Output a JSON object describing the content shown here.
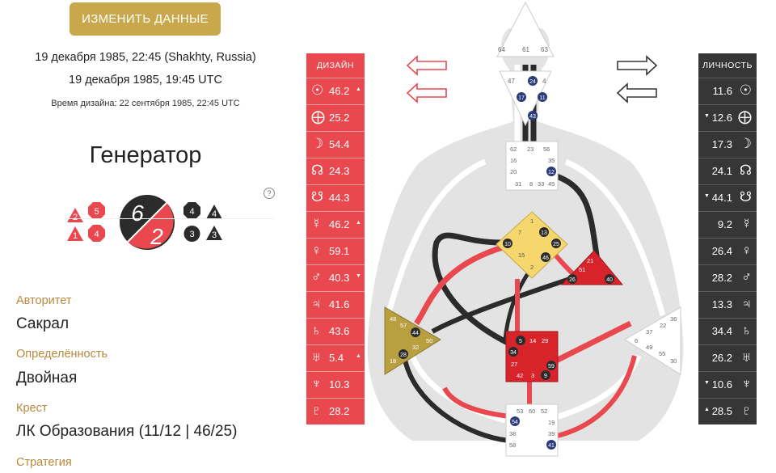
{
  "header": {
    "edit_button": "ИЗМЕНИТЬ ДАННЫЕ",
    "birth_local": "19 декабря 1985, 22:45 (Shakhty, Russia)",
    "birth_utc": "19 декабря 1985, 19:45 UTC",
    "design_time": "Время дизайна: 22 сентября 1985, 22:45 UTC"
  },
  "type_title": "Генератор",
  "profile": {
    "line_personality": "6",
    "line_design": "2",
    "help": "?",
    "design_badges": [
      "2",
      "5",
      "1",
      "4"
    ],
    "personality_badges": [
      "4",
      "4",
      "3",
      "3"
    ]
  },
  "properties": [
    {
      "label": "Авторитет",
      "value": "Сакрал"
    },
    {
      "label": "Определённость",
      "value": "Двойная"
    },
    {
      "label": "Крест",
      "value": "ЛК Образования (11/12 | 46/25)"
    },
    {
      "label": "Стратегия",
      "value": ""
    }
  ],
  "design": {
    "title": "ДИЗАЙН",
    "color": "#e8484e",
    "rows": [
      {
        "icon": "sun-icon",
        "value": "46.2",
        "arrow": "▲"
      },
      {
        "icon": "earth-icon",
        "value": "25.2",
        "arrow": ""
      },
      {
        "icon": "moon-icon",
        "value": "54.4",
        "arrow": ""
      },
      {
        "icon": "north-node-icon",
        "value": "24.3",
        "arrow": ""
      },
      {
        "icon": "south-node-icon",
        "value": "44.3",
        "arrow": ""
      },
      {
        "icon": "mercury-icon",
        "value": "46.2",
        "arrow": "▲"
      },
      {
        "icon": "venus-icon",
        "value": "59.1",
        "arrow": ""
      },
      {
        "icon": "mars-icon",
        "value": "40.3",
        "arrow": "▼"
      },
      {
        "icon": "jupiter-icon",
        "value": "41.6",
        "arrow": ""
      },
      {
        "icon": "saturn-icon",
        "value": "43.6",
        "arrow": ""
      },
      {
        "icon": "uranus-icon",
        "value": "5.4",
        "arrow": "▲"
      },
      {
        "icon": "neptune-icon",
        "value": "10.3",
        "arrow": ""
      },
      {
        "icon": "pluto-icon",
        "value": "28.2",
        "arrow": ""
      }
    ]
  },
  "personality": {
    "title": "ЛИЧНОСТЬ",
    "color": "#363636",
    "rows": [
      {
        "icon": "sun-icon",
        "value": "11.6",
        "arrow": ""
      },
      {
        "icon": "earth-icon",
        "value": "12.6",
        "arrow": "▼"
      },
      {
        "icon": "moon-icon",
        "value": "17.3",
        "arrow": ""
      },
      {
        "icon": "north-node-icon",
        "value": "24.1",
        "arrow": ""
      },
      {
        "icon": "south-node-icon",
        "value": "44.1",
        "arrow": "▼"
      },
      {
        "icon": "mercury-icon",
        "value": "9.2",
        "arrow": ""
      },
      {
        "icon": "venus-icon",
        "value": "26.4",
        "arrow": ""
      },
      {
        "icon": "mars-icon",
        "value": "28.2",
        "arrow": ""
      },
      {
        "icon": "jupiter-icon",
        "value": "13.3",
        "arrow": ""
      },
      {
        "icon": "saturn-icon",
        "value": "34.4",
        "arrow": ""
      },
      {
        "icon": "uranus-icon",
        "value": "26.2",
        "arrow": ""
      },
      {
        "icon": "neptune-icon",
        "value": "10.6",
        "arrow": "▼"
      },
      {
        "icon": "pluto-icon",
        "value": "28.5",
        "arrow": "▲"
      }
    ]
  },
  "symbols": {
    "sun-icon": "☉",
    "earth-icon": "⨁",
    "moon-icon": "☽",
    "north-node-icon": "☊",
    "south-node-icon": "☋",
    "mercury-icon": "☿",
    "venus-icon": "♀",
    "mars-icon": "♂",
    "jupiter-icon": "♃",
    "saturn-icon": "♄",
    "uranus-icon": "♅",
    "neptune-icon": "♆",
    "pluto-icon": "♇"
  },
  "bodygraph": {
    "head_gates": [
      "64",
      "61",
      "63"
    ],
    "ajna_gates": [
      "47",
      "24",
      "4",
      "17",
      "11",
      "43"
    ],
    "ajna_active": [
      "24",
      "17",
      "11",
      "43"
    ],
    "throat_gates": [
      "62",
      "23",
      "56",
      "16",
      "35",
      "20",
      "12",
      "31",
      "8",
      "33",
      "45"
    ],
    "throat_active": [
      "12"
    ],
    "g_gates": [
      "1",
      "13",
      "7",
      "25",
      "10",
      "15",
      "46",
      "2"
    ],
    "g_active": [
      "1",
      "13",
      "25",
      "10",
      "46"
    ],
    "ego_gates": [
      "21",
      "51",
      "26",
      "40"
    ],
    "ego_active": [
      "26",
      "40"
    ],
    "spleen_gates": [
      "48",
      "57",
      "44",
      "50",
      "32",
      "28",
      "18"
    ],
    "spleen_active": [
      "44",
      "28"
    ],
    "sacral_gates": [
      "5",
      "14",
      "29",
      "34",
      "27",
      "59",
      "42",
      "3",
      "9"
    ],
    "sacral_active": [
      "5",
      "34",
      "59",
      "9"
    ],
    "solar_gates": [
      "36",
      "22",
      "37",
      "6",
      "49",
      "55",
      "30"
    ],
    "root_gates": [
      "53",
      "60",
      "52",
      "54",
      "19",
      "38",
      "39",
      "58",
      "41"
    ],
    "root_active": [
      "54",
      "41"
    ],
    "colors": {
      "defined_yellow": "#f5d76e",
      "defined_red": "#d9232b",
      "defined_gold": "#b8a040",
      "undefined": "#ffffff",
      "body": "#e3e3e3"
    }
  }
}
